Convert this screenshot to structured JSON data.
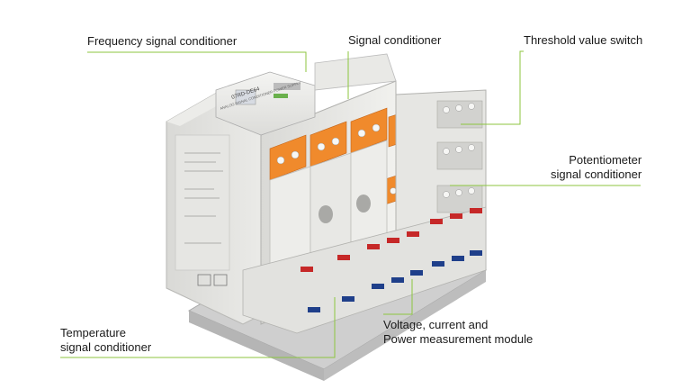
{
  "labels": {
    "frequency": "Frequency signal conditioner",
    "signal": "Signal conditioner",
    "threshold": "Threshold value switch",
    "potentiometer_line1": "Potentiometer",
    "potentiometer_line2": "signal conditioner",
    "temperature_line1": "Temperature",
    "temperature_line2": "signal conditioner",
    "voltage_line1": "Voltage, current and",
    "voltage_line2": "Power measurement module"
  },
  "device_text": {
    "module_code": "07RD-DE64",
    "module_title": "ANALOG SIGNAL CONDITIONER POWER SUPPLY"
  },
  "colors": {
    "leader_line": "#8cc63f",
    "housing": "#e3e3e0",
    "terminal_orange": "#f08a2c",
    "terminal_red": "#c62828",
    "terminal_blue": "#1f3f8a",
    "din_rail": "#c8c8c8"
  }
}
